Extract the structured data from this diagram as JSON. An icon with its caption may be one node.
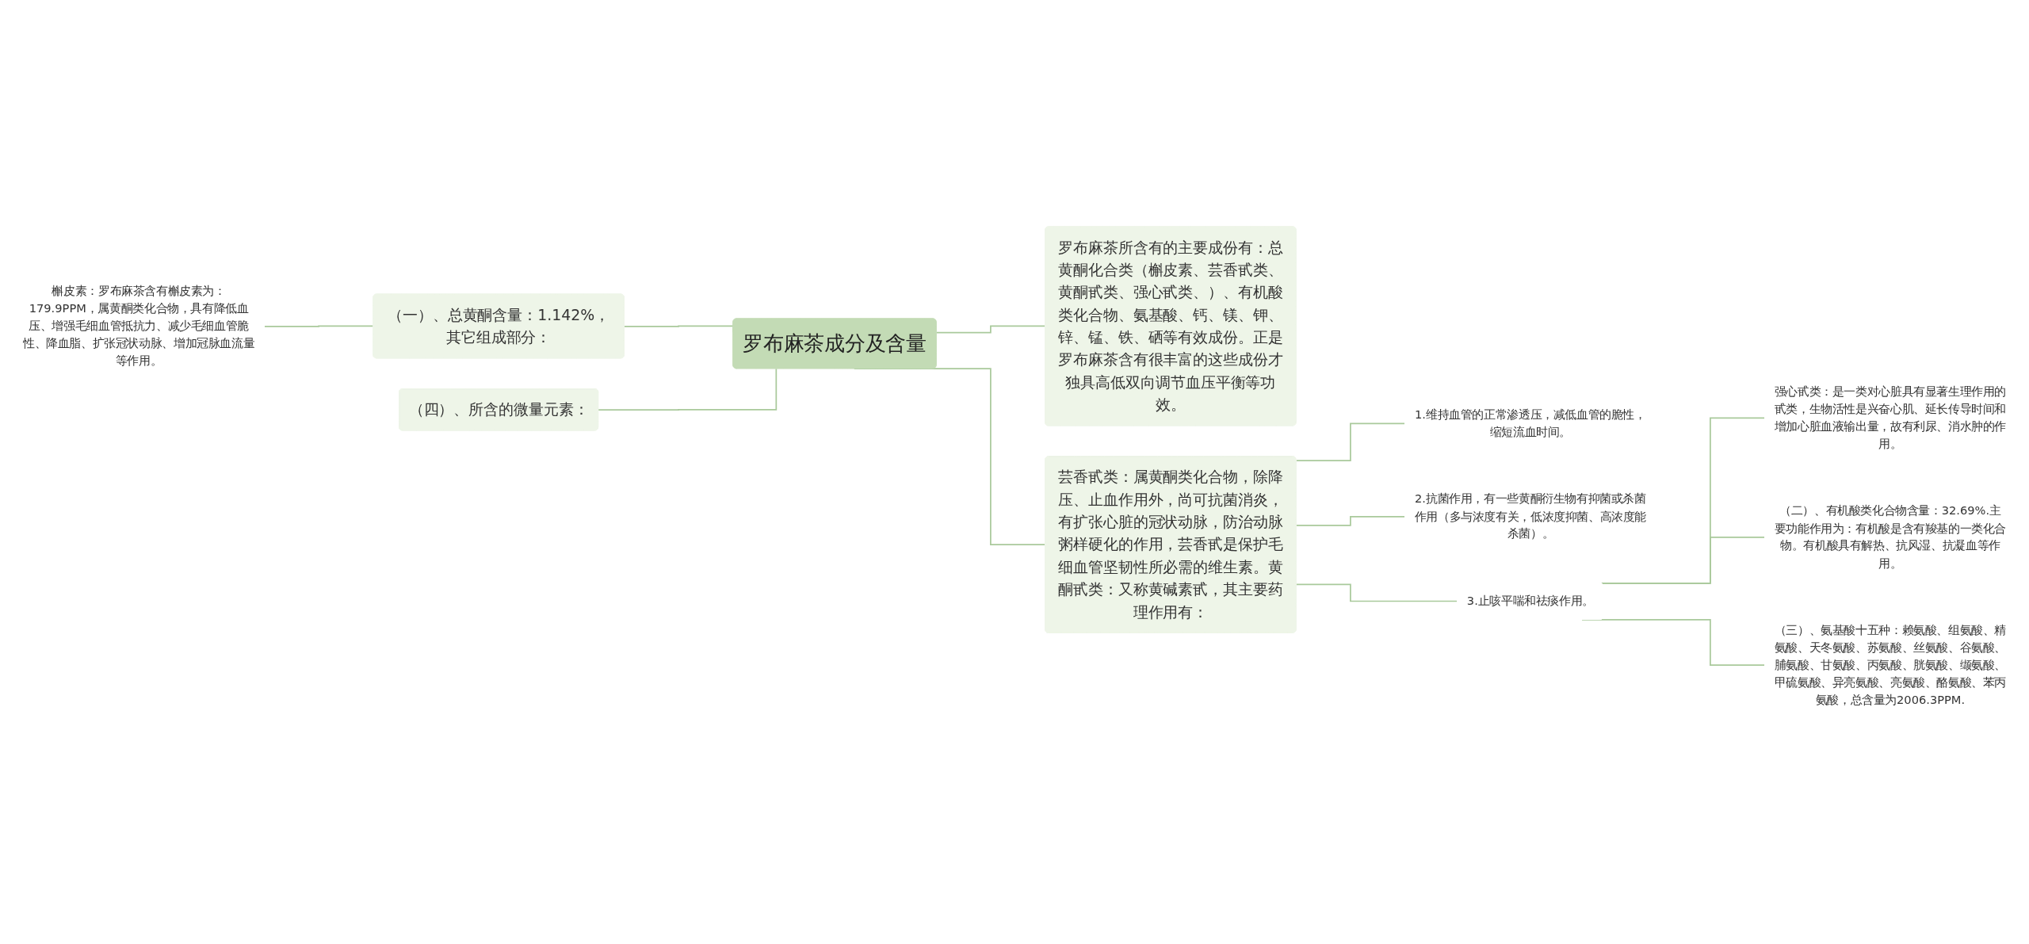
{
  "diagram": {
    "nodes": [
      {
        "text": [
          "罗布麻茶成分及含量"
        ]
      },
      {
        "text": [
          "（一）、总黄酮含量：1.142%，其它组成部分："
        ]
      },
      {
        "text": [
          "槲皮素：罗布麻茶含有槲皮素为：179.9PPM，属黄酮类化合物，具有降低血压、增强毛细血管抵抗力、减少毛细血管脆性、降血脂、扩张冠状动脉、增加冠脉血流量等作用。"
        ]
      },
      {
        "text": [
          "（四）、所含的微量元素："
        ]
      },
      {
        "text": [
          "罗布麻茶所含有的主要成份有：总黄酮化合类（槲皮素、芸香甙类、黄酮甙类、强心甙类、）、有机酸类化合物、氨基酸、钙、镁、钾、锌、锰、铁、硒等有效成份。正是罗布麻茶含有很丰富的这些成份才独具高低双向调节血压平衡等功效。"
        ]
      },
      {
        "text": [
          "芸香甙类：属黄酮类化合物，除降压、止血作用外，尚可抗菌消炎，有扩张心脏的冠状动脉，防治动脉粥样硬化的作用，芸香甙是保护毛细血管坚韧性所必需的维生素。黄酮甙类：又称黄碱素甙，其主要药理作用有："
        ]
      },
      {
        "text": [
          "1.维持血管的正常渗透压，减低血管的脆性，缩短流血时间。"
        ]
      },
      {
        "text": [
          "2.抗菌作用，有一些黄酮衍生物有抑菌或杀菌作用（多与浓度有关，低浓度抑菌、高浓度能杀菌）。"
        ]
      },
      {
        "text": [
          "3.止咳平喘和祛痰作用。"
        ]
      },
      {
        "text": [
          "强心甙类：是一类对心脏具有显著生理作用的甙类，生物活性是兴奋心肌、延长传导时间和增加心脏血液输出量，故有利尿、消水肿的作用。"
        ]
      },
      {
        "text": [
          "（二）、有机酸类化合物含量：32.69%.主要功能作用为：有机酸是含有羧基的一类化合物。有机酸具有解热、抗风湿、抗凝血等作用。"
        ]
      },
      {
        "text": [
          "（三）、氨基酸十五种：赖氨酸、组氨酸、精氨酸、天冬氨酸、苏氨酸、丝氨酸、谷氨酸、脯氨酸、甘氨酸、丙氨酸、胱氨酸、缬氨酸、甲硫氨酸、异亮氨酸、亮氨酸、酪氨酸、苯丙氨酸，总含量为2006.3PPM."
        ]
      }
    ],
    "edges": [
      {
        "from": 0,
        "to": 1,
        "arrow": "none"
      },
      {
        "from": 1,
        "to": 2,
        "arrow": "none"
      },
      {
        "from": 0,
        "to": 3,
        "arrow": "none"
      },
      {
        "from": 0,
        "to": 4,
        "arrow": "none"
      },
      {
        "from": 0,
        "to": 5,
        "arrow": "none"
      },
      {
        "from": 5,
        "to": 6,
        "arrow": "none"
      },
      {
        "from": 5,
        "to": 7,
        "arrow": "none"
      },
      {
        "from": 5,
        "to": 8,
        "arrow": "none"
      },
      {
        "from": 8,
        "to": 9,
        "arrow": "none"
      },
      {
        "from": 8,
        "to": 10,
        "arrow": "none"
      },
      {
        "from": 8,
        "to": 11,
        "arrow": "none"
      }
    ]
  }
}
